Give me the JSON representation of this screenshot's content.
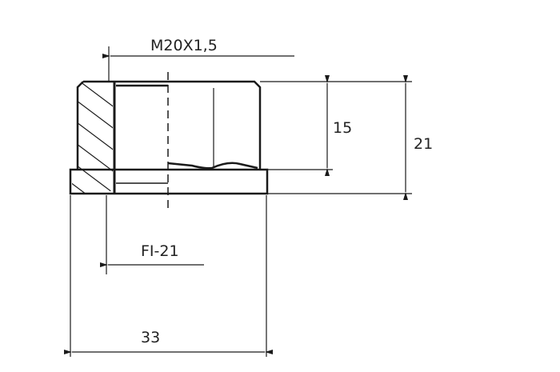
{
  "drawing": {
    "thread_label": "M20X1,5",
    "inner_height_label": "15",
    "total_height_label": "21",
    "bore_label": "FI-21",
    "width_label": "33",
    "line_color": "#1a1a1a"
  }
}
